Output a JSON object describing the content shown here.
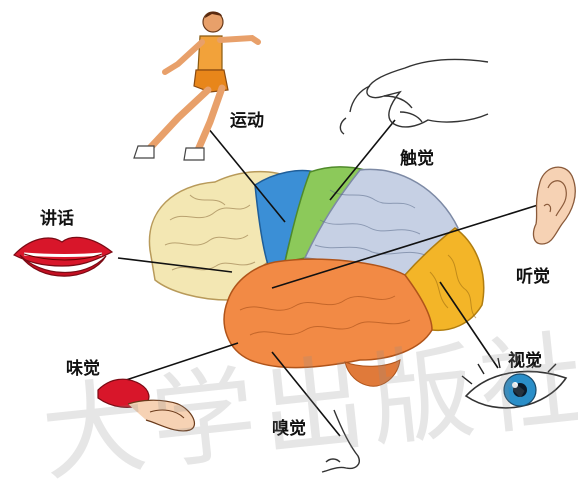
{
  "labels": {
    "movement": "运动",
    "touch": "触觉",
    "speech": "讲话",
    "hearing": "听觉",
    "taste": "味觉",
    "vision": "视觉",
    "smell": "嗅觉"
  },
  "watermark": "大学出版社",
  "colors": {
    "frontal": "#f3e7b3",
    "motor": "#3b8fd6",
    "sensory": "#8cc95a",
    "parietal": "#c6d0e4",
    "temporal": "#f28a45",
    "occipital": "#f3b528",
    "lines": "#111111"
  }
}
